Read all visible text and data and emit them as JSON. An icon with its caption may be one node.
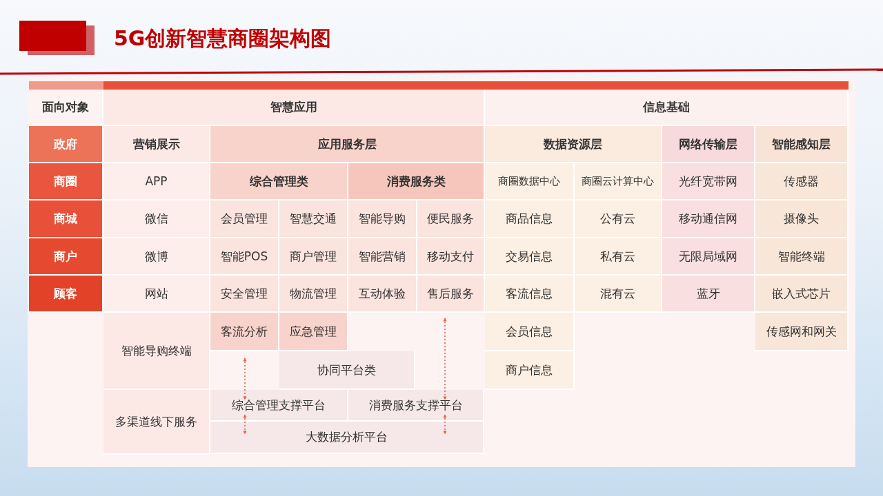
{
  "diagram": {
    "title": "5G创新智慧商圈架构图",
    "nodes": [
      {
        "text": [
          "面向对象"
        ]
      },
      {
        "text": [
          "智慧应用"
        ]
      },
      {
        "text": [
          "信息基础"
        ]
      },
      {
        "text": [
          "政府"
        ]
      },
      {
        "text": [
          "营销展示"
        ]
      },
      {
        "text": [
          "应用服务层"
        ]
      },
      {
        "text": [
          "数据资源层"
        ]
      },
      {
        "text": [
          "网络传输层"
        ]
      },
      {
        "text": [
          "智能感知层"
        ]
      },
      {
        "text": [
          "商圈"
        ]
      },
      {
        "text": [
          "APP"
        ]
      },
      {
        "text": [
          "综合管理类"
        ]
      },
      {
        "text": [
          "消费服务类"
        ]
      },
      {
        "text": [
          "商圈数据中心"
        ]
      },
      {
        "text": [
          "商圈云计算中心"
        ]
      },
      {
        "text": [
          "光纤宽带网"
        ]
      },
      {
        "text": [
          "传感器"
        ]
      },
      {
        "text": [
          "商城"
        ]
      },
      {
        "text": [
          "微信"
        ]
      },
      {
        "text": [
          "会员管理"
        ]
      },
      {
        "text": [
          "智慧交通"
        ]
      },
      {
        "text": [
          "智能导购"
        ]
      },
      {
        "text": [
          "便民服务"
        ]
      },
      {
        "text": [
          "商品信息"
        ]
      },
      {
        "text": [
          "公有云"
        ]
      },
      {
        "text": [
          "移动通信网"
        ]
      },
      {
        "text": [
          "摄像头"
        ]
      },
      {
        "text": [
          "商户"
        ]
      },
      {
        "text": [
          "微博"
        ]
      },
      {
        "text": [
          "智能POS"
        ]
      },
      {
        "text": [
          "商户管理"
        ]
      },
      {
        "text": [
          "智能营销"
        ]
      },
      {
        "text": [
          "移动支付"
        ]
      },
      {
        "text": [
          "交易信息"
        ]
      },
      {
        "text": [
          "私有云"
        ]
      },
      {
        "text": [
          "无限局域网"
        ]
      },
      {
        "text": [
          "智能终端"
        ]
      },
      {
        "text": [
          "顾客"
        ]
      },
      {
        "text": [
          "网站"
        ]
      },
      {
        "text": [
          "安全管理"
        ]
      },
      {
        "text": [
          "物流管理"
        ]
      },
      {
        "text": [
          "互动体验"
        ]
      },
      {
        "text": [
          "售后服务"
        ]
      },
      {
        "text": [
          "客流信息"
        ]
      },
      {
        "text": [
          "混有云"
        ]
      },
      {
        "text": [
          "蓝牙"
        ]
      },
      {
        "text": [
          "嵌入式芯片"
        ]
      },
      {
        "text": [
          "智能导购终端"
        ]
      },
      {
        "text": [
          "客流分析"
        ]
      },
      {
        "text": [
          "应急管理"
        ]
      },
      {
        "text": [
          "会员信息"
        ]
      },
      {
        "text": [
          "传感网和网关"
        ]
      },
      {
        "text": [
          "协同平台类"
        ]
      },
      {
        "text": [
          "商户信息"
        ]
      },
      {
        "text": [
          "多渠道线下服务"
        ]
      },
      {
        "text": [
          "综合管理支撑平台"
        ]
      },
      {
        "text": [
          "消费服务支撑平台"
        ]
      },
      {
        "text": [
          "大数据分析平台"
        ]
      }
    ],
    "edges": [
      {
        "from": 48,
        "to": 55,
        "arrow": "both",
        "style": "dashed"
      },
      {
        "from": 42,
        "to": 56,
        "arrow": "both",
        "style": "dashed"
      },
      {
        "from": 55,
        "to": 57,
        "arrow": "both",
        "style": "dashed"
      },
      {
        "from": 56,
        "to": 57,
        "arrow": "both",
        "style": "dashed"
      }
    ]
  }
}
